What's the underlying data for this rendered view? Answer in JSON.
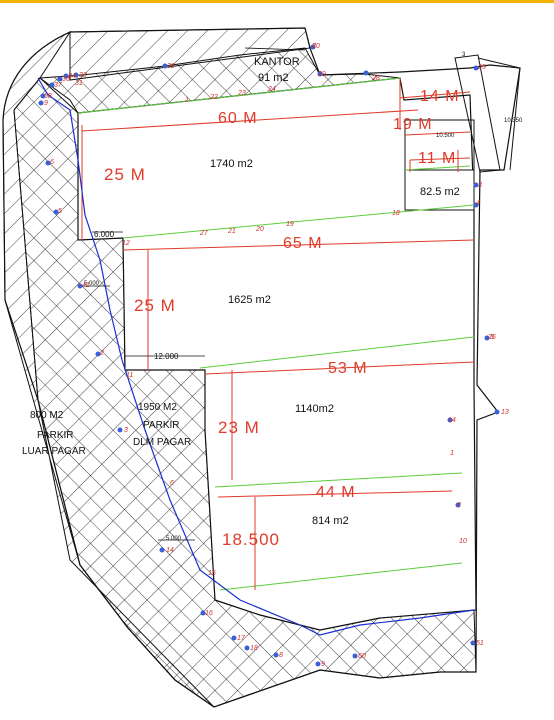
{
  "labels": {
    "kantor": "KANTOR",
    "kantor_area": "91 m2",
    "area_1740": "1740 m2",
    "area_1625": "1625 m2",
    "area_1140": "1140m2",
    "area_814": "814 m2",
    "area_825": "82.5 m2",
    "parkir_luar_1": "800 M2",
    "parkir_luar_2": "PARKIR",
    "parkir_luar_3": "LUAR PAGAR",
    "parkir_dlm_1": "1950 M2",
    "parkir_dlm_2": "PARKIR",
    "parkir_dlm_3": "DLM PAGAR"
  },
  "dimensions": {
    "d60": "60 M",
    "d14": "14 M",
    "d19": "19 M",
    "d11": "11 M",
    "d25a": "25 M",
    "d65": "65 M",
    "d25b": "25 M",
    "d53": "53 M",
    "d23": "23 M",
    "d44": "44 M",
    "d18500": "18.500"
  },
  "small_labels": {
    "s6000": "6.000",
    "s12000": "12.000",
    "s5000a": "5.000",
    "s5000b": "5.000",
    "s10500": "10.500",
    "s10350": "10.350",
    "s3": "3"
  },
  "colors": {
    "boundary": "#111111",
    "dimension": "#e03a2a",
    "road": "#1a2fd0",
    "survey_line": "#5ad03a",
    "point": "#3b5fd6",
    "accent_bar": "#f0b400"
  },
  "points": [
    {
      "n": "30"
    },
    {
      "n": "29"
    },
    {
      "n": "28"
    },
    {
      "n": "25"
    },
    {
      "n": "3"
    },
    {
      "n": "4"
    },
    {
      "n": "5"
    },
    {
      "n": "14"
    },
    {
      "n": "13"
    },
    {
      "n": "1"
    },
    {
      "n": "2"
    },
    {
      "n": "10"
    },
    {
      "n": "51"
    },
    {
      "n": "9"
    },
    {
      "n": "60"
    },
    {
      "n": "8"
    },
    {
      "n": "18"
    },
    {
      "n": "17"
    },
    {
      "n": "16"
    },
    {
      "n": "15"
    },
    {
      "n": "14"
    },
    {
      "n": "6"
    },
    {
      "n": "3"
    },
    {
      "n": "2"
    },
    {
      "n": "41"
    },
    {
      "n": "5"
    },
    {
      "n": "6"
    },
    {
      "n": "9"
    },
    {
      "n": "58"
    },
    {
      "n": "37"
    },
    {
      "n": "36"
    },
    {
      "n": "34"
    },
    {
      "n": "33"
    },
    {
      "n": "32"
    },
    {
      "n": "31"
    },
    {
      "n": "1"
    },
    {
      "n": "22"
    },
    {
      "n": "23"
    },
    {
      "n": "24"
    },
    {
      "n": "27"
    },
    {
      "n": "21"
    },
    {
      "n": "20"
    },
    {
      "n": "19"
    },
    {
      "n": "18"
    },
    {
      "n": "26"
    },
    {
      "n": "12"
    },
    {
      "n": "11"
    },
    {
      "n": "7"
    }
  ]
}
